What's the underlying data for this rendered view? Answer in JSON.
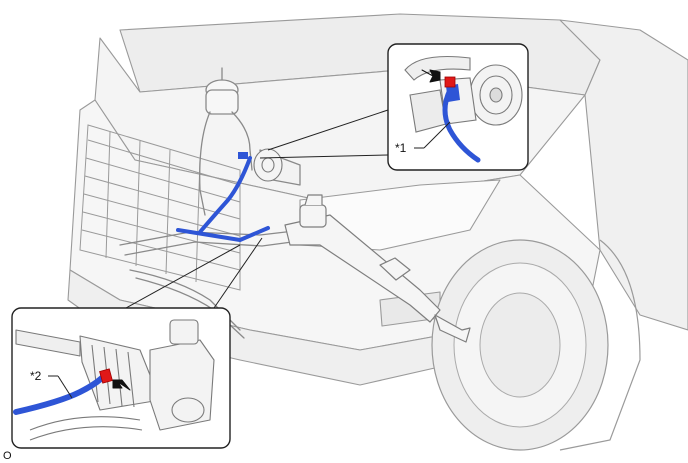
{
  "callouts": [
    {
      "id": "1",
      "label": "*1"
    },
    {
      "id": "2",
      "label": "*2"
    }
  ],
  "illustration_code": "O",
  "icons": [
    "vehicle-front-icon",
    "arrow-icon",
    "hose-clamp-icon",
    "power-steering-pump-icon",
    "steering-gear-icon",
    "wheel-icon"
  ],
  "colors": {
    "hose": "#2e55d6",
    "hose_dark": "#1b3aa6",
    "clamp": "#e01818",
    "line": "#9a9a9a",
    "line_dark": "#6e6e6e",
    "body_fill": "#f4f4f4",
    "inset_border": "#222222"
  }
}
